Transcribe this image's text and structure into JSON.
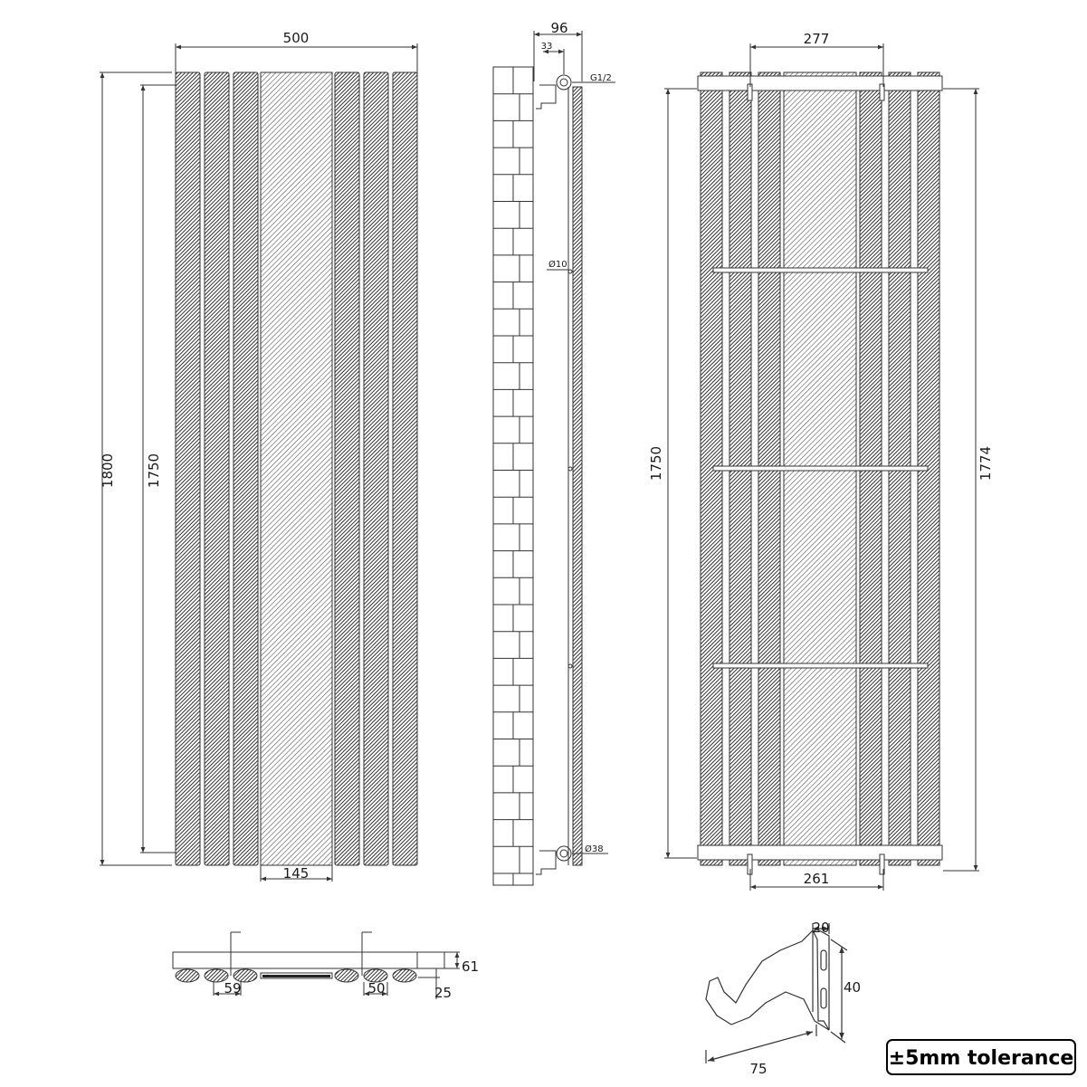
{
  "front_view": {
    "width_label": "500",
    "height_label": "1800",
    "inner_height_label": "1750",
    "center_width_label": "145"
  },
  "side_view": {
    "depth_label": "96",
    "offset_label": "33",
    "thread_label": "G1/2",
    "pin_label": "Ø10",
    "pipe_label": "Ø38"
  },
  "rear_view": {
    "top_width_label": "277",
    "bottom_width_label": "261",
    "left_height_label": "1750",
    "right_height_label": "1774"
  },
  "top_view": {
    "depth_label": "61",
    "tube_depth_label": "25",
    "left_spacing_label": "59",
    "right_spacing_label": "50"
  },
  "bracket": {
    "width_label": "20",
    "height_label": "40",
    "reach_label": "75"
  },
  "tolerance_label": "±5mm tolerance"
}
